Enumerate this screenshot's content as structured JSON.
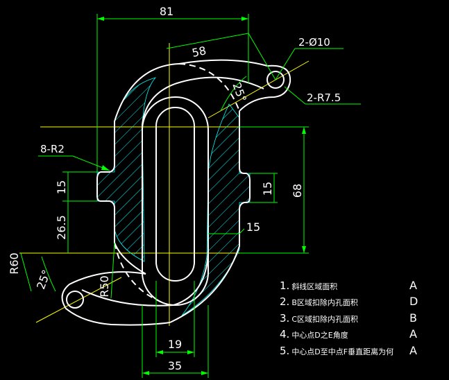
{
  "colors": {
    "background": "#000000",
    "outline": "#ffffff",
    "dimension": "#00ff00",
    "centerline": "#ffff00",
    "hatch": "#00ffff"
  },
  "dimensions": {
    "width_total": "81",
    "diagonal": "58",
    "angle_top": "25°",
    "height_right": "68",
    "notch_left": "15",
    "notch_right": "15",
    "offset_left": "26.5",
    "step_right": "15",
    "radius_60": "R60",
    "angle_bottom": "25°",
    "radius_50": "R50",
    "slot_width": "19",
    "body_width": "35"
  },
  "callouts": {
    "holes": "2-Ø10",
    "hole_radius": "2-R7.5",
    "fillets": "8-R2"
  },
  "questions": [
    {
      "num": "1.",
      "text": "斜线区域面积",
      "answer": "A"
    },
    {
      "num": "2.",
      "text": "B区域扣除内孔面积",
      "answer": "D"
    },
    {
      "num": "3.",
      "text": "C区域扣除内孔面积",
      "answer": "B"
    },
    {
      "num": "4.",
      "text": "中心点D之E角度",
      "answer": "A"
    },
    {
      "num": "5.",
      "text": "中心点D至中点F垂直距离为何",
      "answer": "A"
    }
  ]
}
